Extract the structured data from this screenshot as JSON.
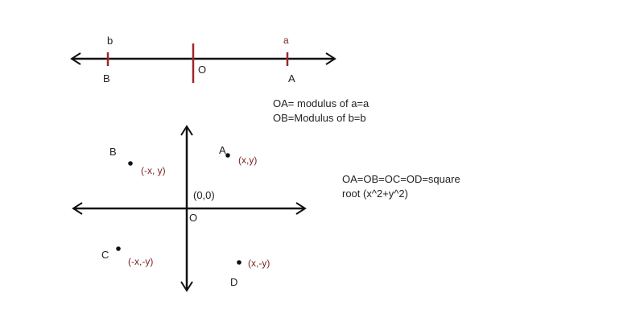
{
  "colors": {
    "line": "#111111",
    "tick_red": "#a0252d",
    "coord_text": "#7a1f1f",
    "text": "#222222"
  },
  "number_line": {
    "points": [
      {
        "id": "b",
        "lower": "b",
        "upper": "B"
      },
      {
        "id": "o",
        "label": "O"
      },
      {
        "id": "a",
        "lower": "a",
        "upper": "A"
      }
    ],
    "notes": [
      "OA= modulus of a=a",
      "OB=Modulus of b=b"
    ]
  },
  "plane": {
    "origin_label": "O",
    "origin_coords": "(0,0)",
    "points": [
      {
        "name": "A",
        "coords": "(x,y)"
      },
      {
        "name": "B",
        "coords": "(-x, y)"
      },
      {
        "name": "C",
        "coords": "(-x,-y)"
      },
      {
        "name": "D",
        "coords": "(x,-y)"
      }
    ],
    "notes": [
      "OA=OB=OC=OD=square",
      "root (x^2+y^2)"
    ]
  }
}
